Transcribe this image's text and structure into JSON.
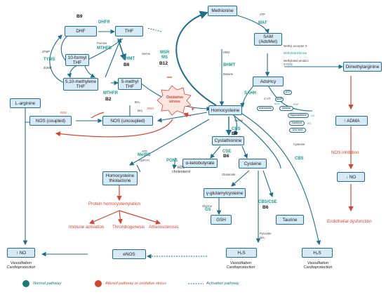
{
  "colors": {
    "normal": "#1f6f8b",
    "teal": "#1a9a8f",
    "altered": "#d64530",
    "box_fill": "#d7e9f5"
  },
  "nodes": {
    "dhf": "DHF",
    "thf": "THF",
    "formyl": "10-formyl THF",
    "methylene": "5,10-methylene THF",
    "methyl": "5-methyl THF",
    "methionine": "Methionine",
    "sam": "SAM (AdoMet)",
    "adohcy": "AdoHcy",
    "dimethylarginine": "Dimethylarginine",
    "homocysteine": "Homocysteine",
    "cystathionine": "Cystathionine",
    "ketobutyrate": "α-ketobutyrate",
    "cysteine": "Cysteine",
    "glutamyl": "γ-glutamylcysteine",
    "gsh": "GSH",
    "taurine": "Taurine",
    "larginine": "L-arginine",
    "nos_coupled": "NOS (coupled)",
    "nos_uncoupled": "NOS (uncoupled)",
    "thiolactone": "Homocysteine thiolactone",
    "adma": "↑ ADMA",
    "no_down": "↓ NO",
    "no_up": "↑ NO",
    "enos": "eNOS",
    "h2s_left": "H₂S",
    "h2s_right": "H₂S"
  },
  "enzymes": {
    "dhfr": "DHFR",
    "tyms": "TYMS",
    "mthfd": "MTHFD",
    "shmt": "SHMT",
    "mthfr": "MTHFR",
    "msr": "MSR",
    "ms": "MS",
    "mat": "MAT",
    "bhmt": "BHMT",
    "sahh": "SAHH",
    "cbs1": "CBS",
    "cse1": "CSE",
    "cbs2": "CBS",
    "cbscse": "CBS/CSE",
    "gs": "GS",
    "metrs": "MetRS",
    "pon1": "PON1"
  },
  "cofactors": {
    "b9": "B9",
    "b6a": "B6",
    "b2": "B2",
    "b12": "B12",
    "b6b": "B6",
    "b6c": "B6",
    "b6d": "B6"
  },
  "small": {
    "dtmp": "dTMP",
    "dump": "dUMP",
    "purines": "Purines",
    "serine": "Serine",
    "bh4": "BH₄",
    "bh2": "BH₂",
    "ros1": "ROS",
    "ros2": "ROS",
    "atp1": "ATP",
    "dmg": "DMG",
    "betaine": "Betaine",
    "methyl_acceptor": "Methyl acceptor X",
    "methyltransferase": "Methyltransferase",
    "methylated": "Methylated product X-CH3",
    "serine2": "Serine",
    "cysteine_s": "Cysteine",
    "glutamate": "Glutamate",
    "glycine": "Glycine",
    "pyruvate": "Pyruvate",
    "nh3": "NH₃",
    "atp2": "ATP",
    "adppi": "ADP+Pi",
    "hdl": "HDL cholesterol",
    "ros_pos": "+"
  },
  "purine": {
    "atp": "ATP",
    "amp": "AMP",
    "camp": "C-AT",
    "adenosine": "Adenosine",
    "inosine": "Inosine",
    "hypoxanthine": "Hypoxanthine",
    "xanthine": "Xanthine",
    "uric": "Uric acid",
    "ada": "ADA",
    "xo1": "XO",
    "xo2": "XO",
    "pnp": "PNP"
  },
  "stress": "Oxidative stress",
  "red_labels": {
    "nos_inhibition": "NOS inhibition",
    "endothelial": "Endothelial dysfunction",
    "protein": "Protein homocysteinylation",
    "immune": "Immune activation",
    "thrombo": "Thrombogenesis",
    "athero": "Atherosclerosis"
  },
  "vaso": {
    "v1a": "Vasodilation",
    "v1b": "Cardioprotection",
    "v2a": "Vasodilation",
    "v2b": "Cardioprotection",
    "v3a": "Vasodilation",
    "v3b": "Cardioprotection"
  },
  "legend": {
    "normal": "Normal pathway",
    "altered": "Altered pathway or oxidative stress",
    "activation": "Activation pathway"
  }
}
